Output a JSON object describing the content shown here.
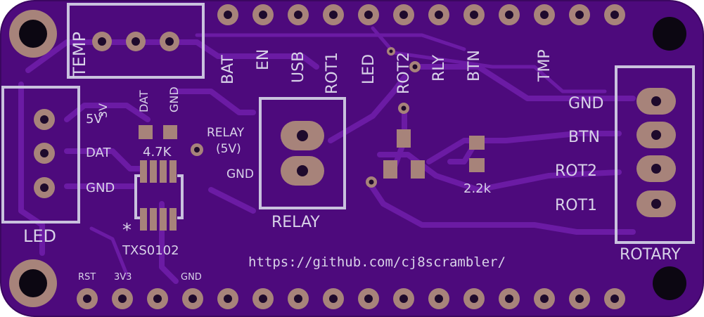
{
  "colors": {
    "board": "#4d0a7c",
    "board_edge": "#3b0760",
    "trace": "#6b1ba4",
    "silkscreen": "#d8d2e8",
    "pad_copper": "#a7837a",
    "hole": "#1e0a2c",
    "mount_hole": "#0c0712"
  },
  "labels": {
    "temp": "TEMP",
    "led": "LED",
    "led_pins": [
      "5V",
      "DAT",
      "GND"
    ],
    "level_pins": [
      "3V",
      "DAT",
      "GND"
    ],
    "resistor1": "4.7K",
    "relay_signal": "RELAY",
    "relay_voltage": "(5V)",
    "relay_gnd": "GND",
    "relay": "RELAY",
    "resistor2": "2.2k",
    "header_top": [
      "BAT",
      "EN",
      "USB",
      "ROT1",
      "LED",
      "ROT2",
      "RLY",
      "BTN",
      "TMP"
    ],
    "rotary_pins": [
      "GND",
      "BTN",
      "ROT2",
      "ROT1"
    ],
    "rotary": "ROTARY",
    "ic": "TXS0102",
    "ic_marker": "*",
    "url": "https://github.com/cj8scrambler/",
    "header_bottom": [
      "RST",
      "3V3",
      "GND"
    ]
  }
}
